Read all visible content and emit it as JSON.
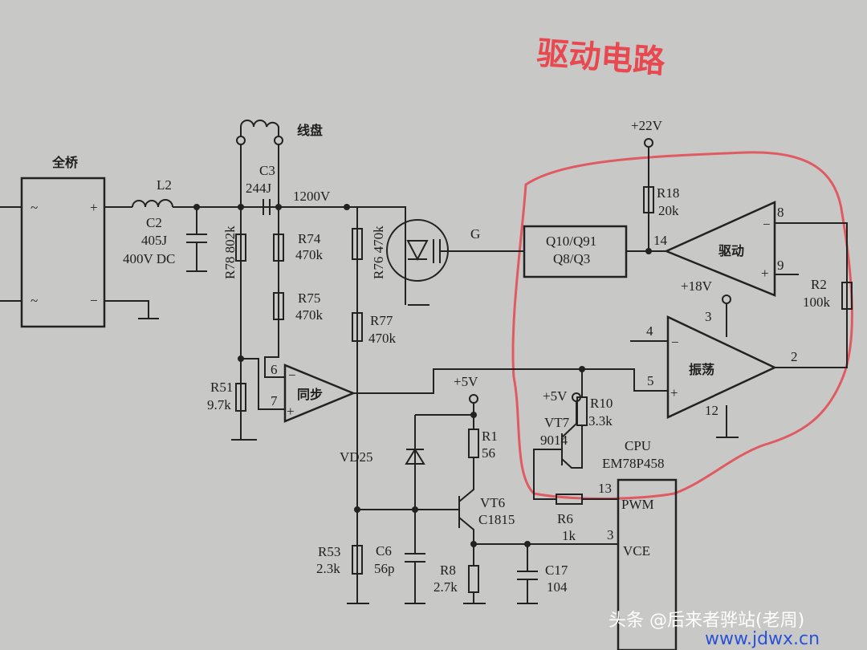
{
  "title": "驱动电路",
  "labels": {
    "bridge": "全桥",
    "ac": "~",
    "plus": "+",
    "minus": "−",
    "L2": "L2",
    "C2": "C2",
    "C2_val": "405J",
    "C2_volt": "400V DC",
    "coil": "线盘",
    "C3": "C3",
    "C3_val": "244J",
    "v1200": "1200V",
    "R78": "R78 802k",
    "R74": "R74",
    "R74_val": "470k",
    "R75": "R75",
    "R75_val": "470k",
    "R76": "R76 470k",
    "R77": "R77",
    "R77_val": "470k",
    "R51": "R51",
    "R51_val": "9.7k",
    "sync": "同步",
    "pin6": "6",
    "pin7": "7",
    "G": "G",
    "qbox1": "Q10/Q91",
    "qbox2": "Q8/Q3",
    "v22": "+22V",
    "R18": "R18",
    "R18_val": "20k",
    "drive": "驱动",
    "pin14": "14",
    "pin8": "8",
    "pin9": "9",
    "R2": "R2",
    "R2_val": "100k",
    "v18": "+18V",
    "pin3a": "3",
    "pin4": "4",
    "pin5": "5",
    "pin2": "2",
    "pin12": "12",
    "osc": "振荡",
    "v5a": "+5V",
    "v5b": "+5V",
    "R10": "R10",
    "R10_val": "3.3k",
    "VT7": "VT7",
    "VT7_val": "9014",
    "cpu": "CPU",
    "cpu_model": "EM78P458",
    "pwm": "PWM",
    "vce": "VCE",
    "pin13": "13",
    "pin3b": "3",
    "R6": "R6",
    "R6_val": "1k",
    "VD25": "VD25",
    "R1": "R1",
    "R1_val": "56",
    "VT6": "VT6",
    "VT6_val": "C1815",
    "R53": "R53",
    "R53_val": "2.3k",
    "C6": "C6",
    "C6_val": "56p",
    "R8": "R8",
    "R8_val": "2.7k",
    "C17": "C17",
    "C17_val": "104"
  },
  "watermark": {
    "text": "头条 @后来者骅站(老周)",
    "url": "www.jdwx.cn"
  },
  "colors": {
    "annotation": "#e05a62",
    "paper": "#c8c9c6"
  }
}
